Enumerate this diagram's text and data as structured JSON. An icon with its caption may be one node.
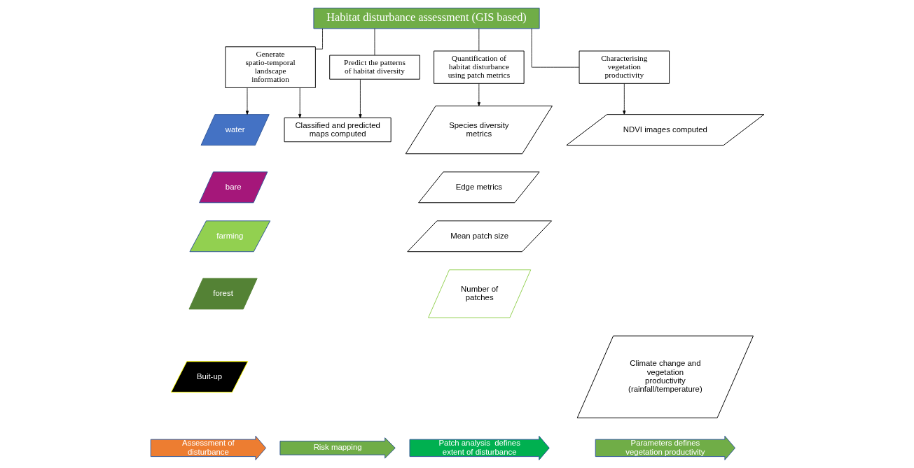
{
  "diagram": {
    "nodes": [
      {
        "text": [
          "Habitat disturbance assessment (GIS based)"
        ]
      },
      {
        "text": [
          "Generate spatio-temporal landscape information"
        ]
      },
      {
        "text": [
          "Predict the patterns of habitat diversity"
        ]
      },
      {
        "text": [
          "Quantification of habitat disturbance using patch metrics"
        ]
      },
      {
        "text": [
          "Characterising vegetation productivity"
        ]
      },
      {
        "text": [
          "water"
        ]
      },
      {
        "text": [
          "bare"
        ]
      },
      {
        "text": [
          "farming"
        ]
      },
      {
        "text": [
          "forest"
        ]
      },
      {
        "text": [
          "Buit-up"
        ]
      },
      {
        "text": [
          "Classified and predicted maps computed"
        ]
      },
      {
        "text": [
          "Species diversity metrics"
        ]
      },
      {
        "text": [
          "Edge metrics"
        ]
      },
      {
        "text": [
          "Mean patch size"
        ]
      },
      {
        "text": [
          "Number of patches"
        ]
      },
      {
        "text": [
          "NDVI images computed"
        ]
      },
      {
        "text": [
          "Climate change and vegetation productivity (rainfall/temperature)"
        ]
      },
      {
        "text": [
          "Assessment of disturbance"
        ]
      },
      {
        "text": [
          "Risk mapping"
        ]
      },
      {
        "text": [
          "Patch analysis  defines extent of disturbance"
        ]
      },
      {
        "text": [
          "Parameters defines vegetation productivity"
        ]
      }
    ],
    "edges": [
      {
        "from": 0,
        "to": 1,
        "arrow": "none"
      },
      {
        "from": 0,
        "to": 2,
        "arrow": "none"
      },
      {
        "from": 0,
        "to": 3,
        "arrow": "none"
      },
      {
        "from": 0,
        "to": 4,
        "arrow": "none"
      },
      {
        "from": 1,
        "to": 5,
        "arrow": "to"
      },
      {
        "from": 1,
        "to": 10,
        "arrow": "to"
      },
      {
        "from": 2,
        "to": 10,
        "arrow": "to"
      },
      {
        "from": 3,
        "to": 11,
        "arrow": "to"
      },
      {
        "from": 4,
        "to": 15,
        "arrow": "to"
      }
    ]
  }
}
